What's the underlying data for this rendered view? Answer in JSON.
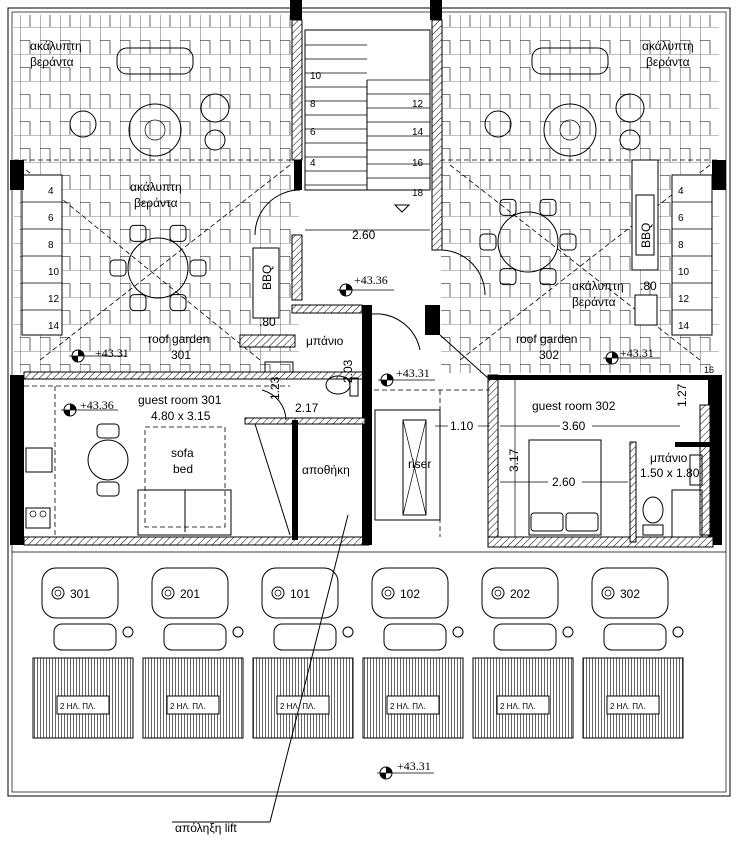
{
  "terraces": {
    "left_top": "ακάλυπτη\nβεράντα",
    "right_top": "ακάλυπτη\nβεράντα",
    "left_mid": "ακάλυπτη\nβεράντα",
    "right_mid": "ακάλυπτη\nβεράντα",
    "ak1": "ακάλυπτη",
    "ver1": "βεράντα",
    "ak2": "ακάλυπτη",
    "ver2": "βεράντα",
    "ak3": "ακάλυπτη",
    "ver3": "βεράντα",
    "ak4": "ακάλυπτη",
    "ver4": "βεράντα"
  },
  "roof_garden_301": {
    "name": "roof garden",
    "number": "301"
  },
  "roof_garden_302": {
    "name": "roof garden",
    "number": "302"
  },
  "bbq": "BBQ",
  "dims": {
    "bbq_left": ".80",
    "bbq_right": ".80",
    "stair_width": "2.60",
    "d123": "1.23",
    "d203": "2.03",
    "d217": "2.17",
    "d110": "1.10",
    "d360": "3.60",
    "d127": "1.27",
    "d317": "3.17",
    "d260": "2.60"
  },
  "levels": {
    "stair": "+43.36",
    "rg301": "+43.31",
    "rg302": "+43.31",
    "lobby": "+43.31",
    "room301": "+43.36",
    "parking": "+43.31"
  },
  "stair_steps_left": [
    "10",
    "8",
    "6",
    "4"
  ],
  "stair_steps_right": [
    "12",
    "14",
    "16",
    "18"
  ],
  "terrace_steps": [
    "4",
    "6",
    "8",
    "10",
    "12",
    "14"
  ],
  "terrace_step_16": "16",
  "guest_room_301": {
    "title": "guest room 301",
    "size": "4.80 x 3.15",
    "sofa1": "sofa",
    "sofa2": "bed"
  },
  "guest_room_302": {
    "title": "guest room 302"
  },
  "bath_301": "μπάνιο",
  "bath_302": {
    "title": "μπάνιο",
    "size": "1.50 x 1.80"
  },
  "storage": "αποθήκη",
  "riser": "riser",
  "parking_spaces": [
    "301",
    "201",
    "101",
    "102",
    "202",
    "302"
  ],
  "solar_panels": [
    "2 ΗΛ. ΠΛ.",
    "2 ΗΛ. ΠΛ.",
    "2 ΗΛ. ΠΛ.",
    "2 ΗΛ. ΠΛ.",
    "2 ΗΛ. ΠΛ.",
    "2 ΗΛ. ΠΛ."
  ],
  "lift_label": "απόληξη lift"
}
